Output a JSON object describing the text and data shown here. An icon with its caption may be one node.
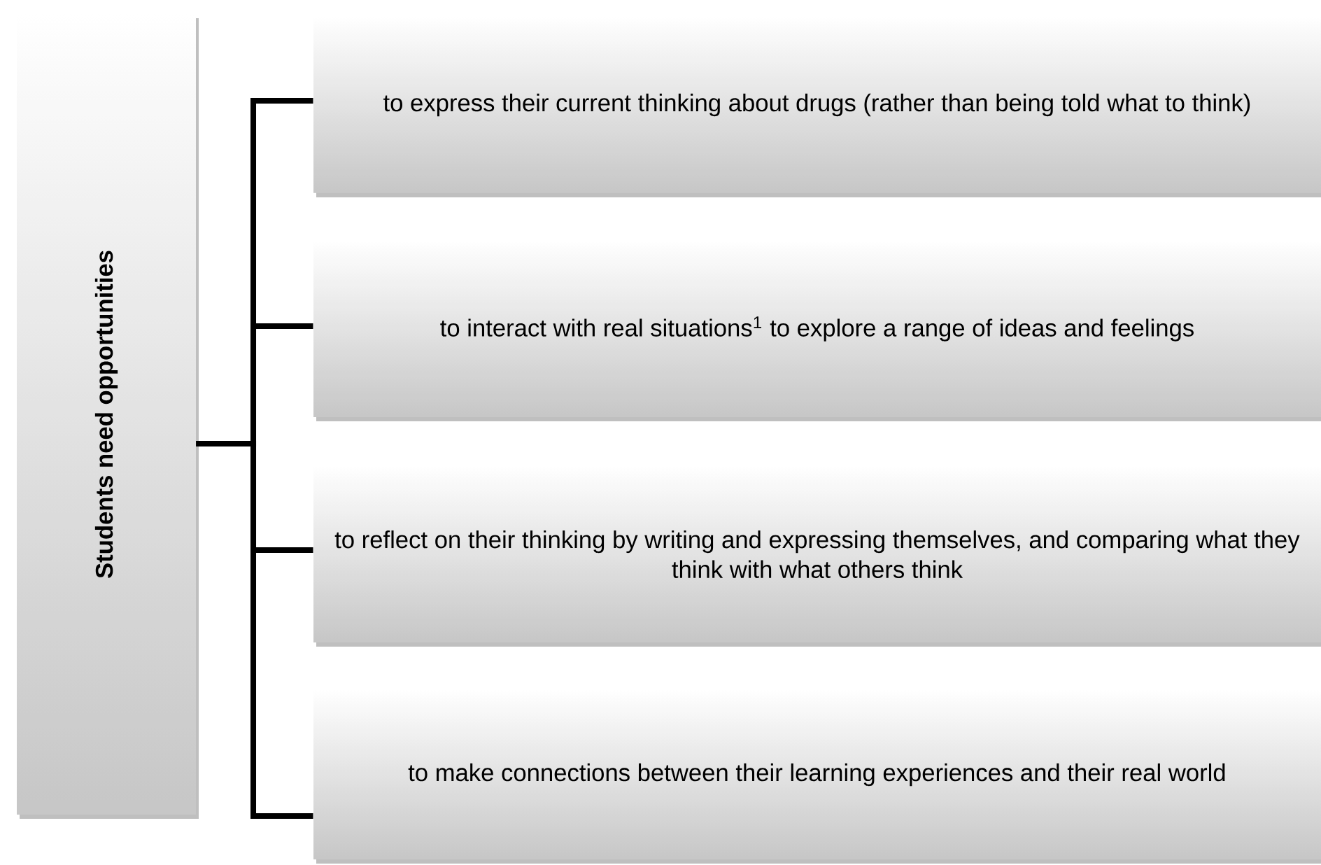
{
  "diagram": {
    "nodes": [
      {
        "text": [
          "Students need opportunities"
        ]
      },
      {
        "text": [
          "to express their current thinking about drugs (rather than being told what to think)"
        ]
      },
      {
        "text": [
          "to interact with real situations$^{1}$ to explore a range of ideas and feelings"
        ]
      },
      {
        "text": [
          "to reflect on their thinking by writing and expressing themselves, and comparing what they think with what others think"
        ]
      },
      {
        "text": [
          "to make connections between their learning experiences and their real world"
        ]
      }
    ],
    "edges": [
      {
        "from": 0,
        "to": 1,
        "arrow": "none"
      },
      {
        "from": 0,
        "to": 2,
        "arrow": "none"
      },
      {
        "from": 0,
        "to": 3,
        "arrow": "none"
      },
      {
        "from": 0,
        "to": 4,
        "arrow": "none"
      }
    ]
  }
}
